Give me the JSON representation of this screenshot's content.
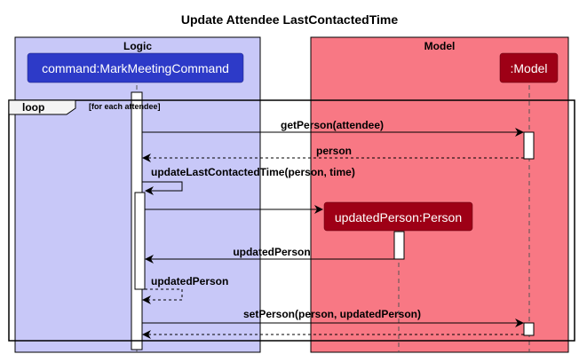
{
  "diagram": {
    "title": "Update Attendee LastContactedTime",
    "boxes": {
      "logic": {
        "label": "Logic",
        "color": "#C8C8F8"
      },
      "model": {
        "label": "Model",
        "color": "#F87884"
      }
    },
    "participants": {
      "command": {
        "label": "command:MarkMeetingCommand",
        "color": "#2D3AC8"
      },
      "model": {
        "label": ":Model",
        "color": "#9E0016"
      },
      "updated_person": {
        "label": "updatedPerson:Person",
        "color": "#9E0016"
      }
    },
    "loop": {
      "label": "loop",
      "guard": "[for each attendee]"
    },
    "messages": {
      "get_person": "getPerson(attendee)",
      "person_return": "person",
      "update_time": "updateLastContactedTime(person, time)",
      "updated_person_return": "updatedPerson",
      "updated_person_self_return": "updatedPerson",
      "set_person": "setPerson(person, updatedPerson)"
    }
  }
}
